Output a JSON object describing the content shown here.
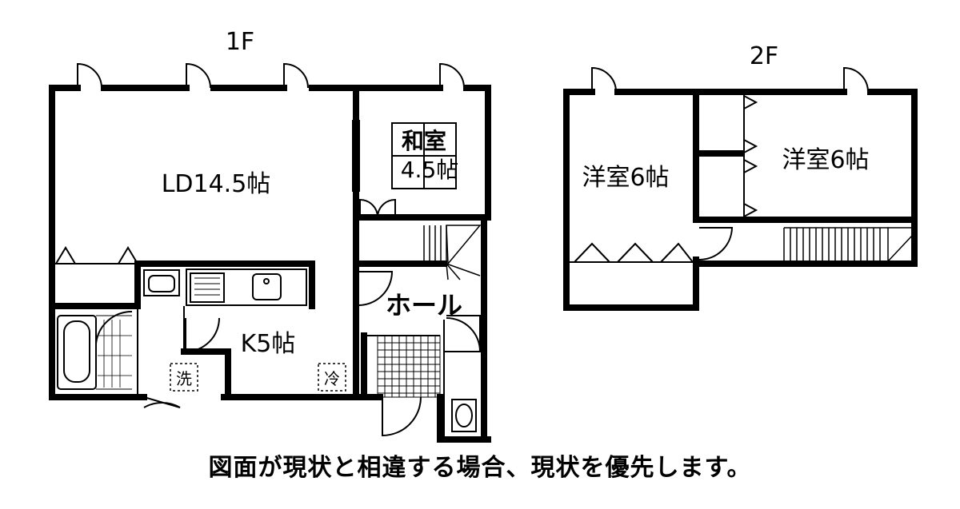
{
  "floors": {
    "first": {
      "label": "1F",
      "rooms": {
        "ld": "LD14.5帖",
        "washitsu_line1": "和室",
        "washitsu_line2": "4.5帖",
        "kitchen": "K5帖",
        "hall": "ホール",
        "washer": "洗",
        "fridge": "冷"
      }
    },
    "second": {
      "label": "2F",
      "rooms": {
        "west_room_left": "洋室6帖",
        "west_room_right": "洋室6帖"
      }
    }
  },
  "disclaimer": "図面が現状と相違する場合、現状を優先します。"
}
